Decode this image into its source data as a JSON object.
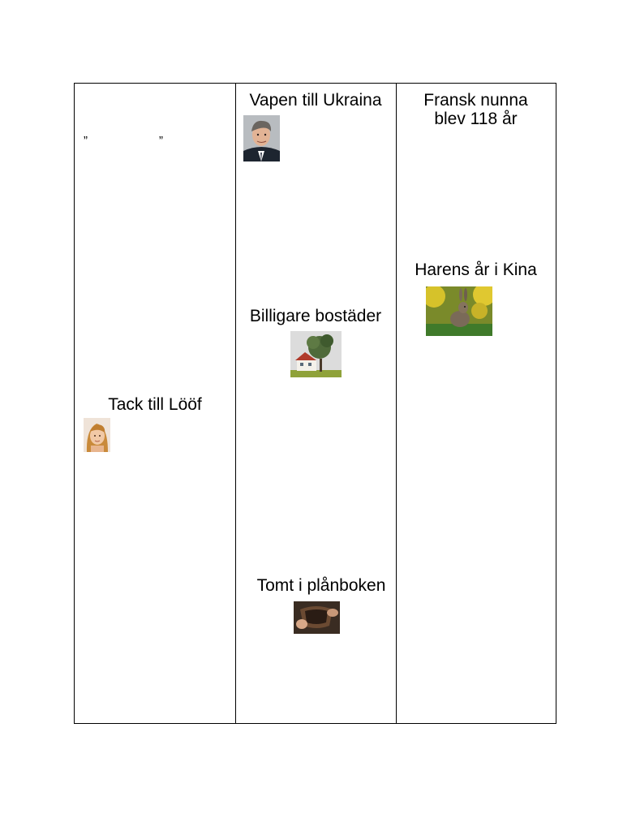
{
  "quote": {
    "open": "”",
    "close": "”"
  },
  "headlines": {
    "loof": "Tack till Lööf",
    "ukraina": "Vapen till Ukraina",
    "bostader": "Billigare bostäder",
    "planbok": "Tomt i plånboken",
    "nunna_line1": "Fransk nunna",
    "nunna_line2": "blev 118 år",
    "haren": "Harens år i Kina"
  },
  "colors": {
    "border": "#000000",
    "background": "#ffffff"
  }
}
